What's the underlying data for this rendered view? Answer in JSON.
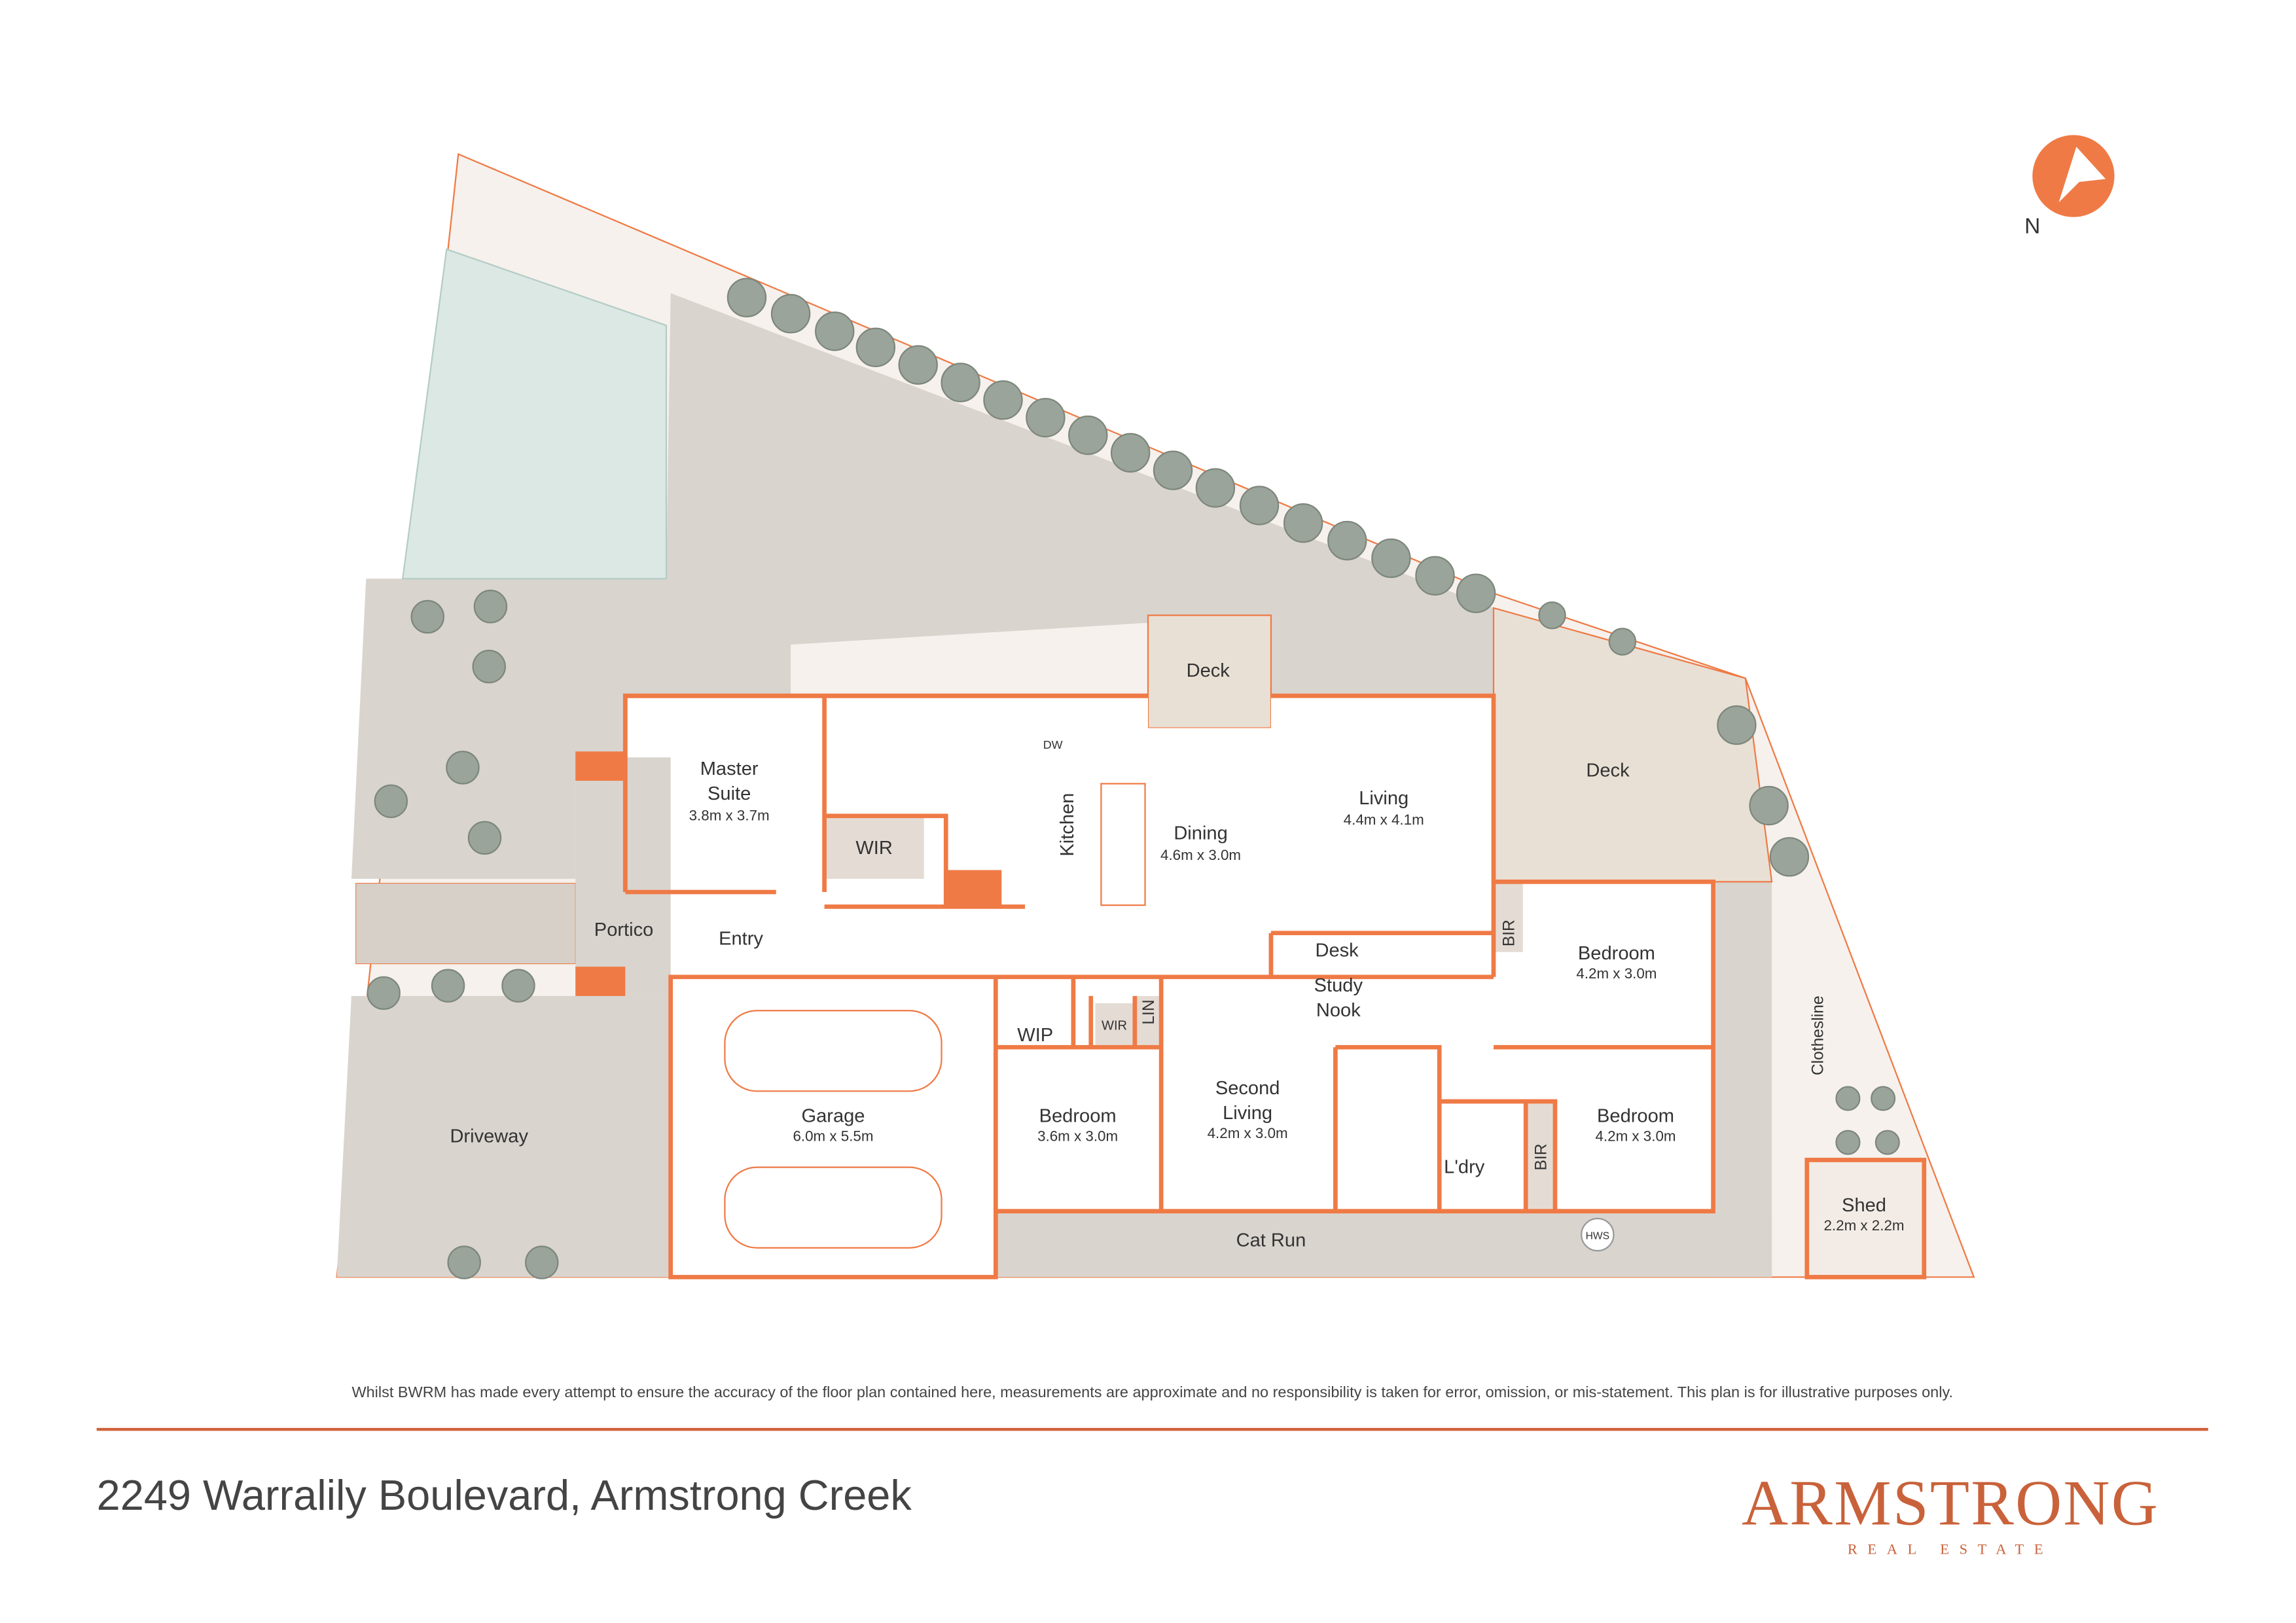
{
  "compass": {
    "label": "N",
    "color": "#ef7a45"
  },
  "rooms": {
    "master_suite": {
      "name_line1": "Master",
      "name_line2": "Suite",
      "dims": "3.8m x 3.7m"
    },
    "wir_master": {
      "name": "WIR"
    },
    "kitchen": {
      "name": "Kitchen"
    },
    "dw": {
      "name": "DW"
    },
    "dining": {
      "name": "Dining",
      "dims": "4.6m x 3.0m"
    },
    "living": {
      "name": "Living",
      "dims": "4.4m x 4.1m"
    },
    "deck_top": {
      "name": "Deck"
    },
    "deck_right": {
      "name": "Deck"
    },
    "portico": {
      "name": "Portico"
    },
    "entry": {
      "name": "Entry"
    },
    "desk": {
      "name": "Desk"
    },
    "study_nook": {
      "name_line1": "Study",
      "name_line2": "Nook"
    },
    "bir_top": {
      "name": "BIR"
    },
    "bedroom_top_right": {
      "name": "Bedroom",
      "dims": "4.2m x 3.0m"
    },
    "garage": {
      "name": "Garage",
      "dims": "6.0m x 5.5m"
    },
    "wip": {
      "name": "WIP"
    },
    "wir_small": {
      "name": "WIR"
    },
    "lin": {
      "name": "LIN"
    },
    "bedroom_left": {
      "name": "Bedroom",
      "dims": "3.6m x 3.0m"
    },
    "second_living": {
      "name_line1": "Second",
      "name_line2": "Living",
      "dims": "4.2m x 3.0m"
    },
    "laundry": {
      "name": "L'dry"
    },
    "bir_bottom": {
      "name": "BIR"
    },
    "bedroom_bottom_right": {
      "name": "Bedroom",
      "dims": "4.2m x 3.0m"
    },
    "driveway": {
      "name": "Driveway"
    },
    "cat_run": {
      "name": "Cat Run"
    },
    "hws": {
      "name": "HWS"
    },
    "clothesline": {
      "name": "Clothesline"
    },
    "shed": {
      "name": "Shed",
      "dims": "2.2m x 2.2m"
    }
  },
  "disclaimer": "Whilst BWRM  has made every attempt to ensure the accuracy of the floor plan contained here, measurements are approximate and no responsibility is taken for error, omission, or mis-statement. This plan is for illustrative purposes only.",
  "address": "2249 Warralily Boulevard, Armstrong Creek",
  "logo": {
    "name": "ARMSTRONG",
    "tagline": "REAL ESTATE"
  },
  "colors": {
    "accent": "#ef7a45",
    "brand": "#c9623a",
    "text": "#444444"
  }
}
